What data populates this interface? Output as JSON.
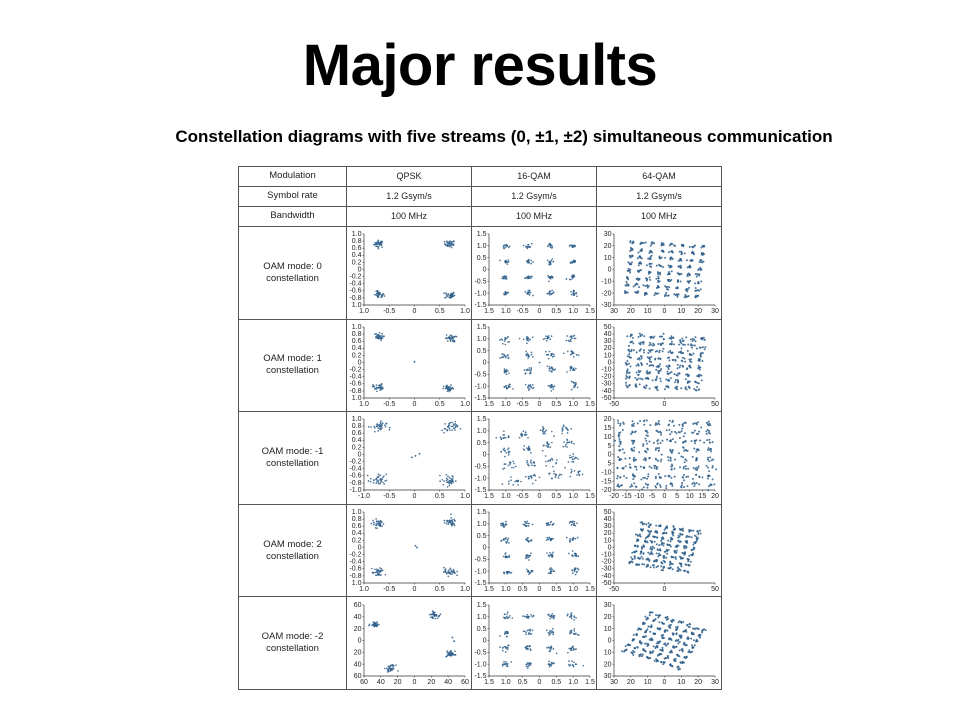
{
  "title": "Major results",
  "subtitle": "Constellation diagrams with five streams (0, ±1, ±2) simultaneous communication",
  "table": {
    "header_rows": [
      {
        "label": "Modulation",
        "values": [
          "QPSK",
          "16-QAM",
          "64-QAM"
        ]
      },
      {
        "label": "Symbol rate",
        "values": [
          "1.2 Gsym/s",
          "1.2 Gsym/s",
          "1.2 Gsym/s"
        ]
      },
      {
        "label": "Bandwidth",
        "values": [
          "100 MHz",
          "100 MHz",
          "100 MHz"
        ]
      }
    ],
    "plot_rows": [
      {
        "line1": "OAM mode: 0",
        "line2": "constellation"
      },
      {
        "line1": "OAM mode: 1",
        "line2": "constellation"
      },
      {
        "line1": "OAM mode: -1",
        "line2": "constellation"
      },
      {
        "line1": "OAM mode: 2",
        "line2": "constellation"
      },
      {
        "line1": "OAM mode: -2",
        "line2": "constellation"
      }
    ]
  },
  "colors": {
    "points": "#2f5f8a",
    "border": "#555555"
  },
  "chart_data": [
    {
      "type": "scatter",
      "modulation": "QPSK",
      "oam_mode": "0",
      "grid": false,
      "xlim": [
        -1.0,
        1.0
      ],
      "ylim": [
        -1.0,
        1.0
      ],
      "yticks": [
        1.0,
        0.8,
        0.6,
        0.4,
        0.2,
        0,
        -0.2,
        -0.4,
        -0.6,
        -0.8,
        -1.0
      ],
      "xticks": [
        -1.0,
        -0.5,
        0,
        0.5,
        1.0
      ],
      "ytick_labels": [
        "1.0",
        "0.8",
        "0.6",
        "0.4",
        "0.2",
        "0",
        "-0.2",
        "-0.4",
        "-0.6",
        "-0.8",
        "1.0"
      ],
      "xtick_labels": [
        "1.0",
        "-0.5",
        "0",
        "0.5",
        "1.0"
      ],
      "clusters": [
        [
          -0.7,
          0.72
        ],
        [
          0.7,
          0.72
        ],
        [
          -0.7,
          -0.72
        ],
        [
          0.7,
          -0.72
        ]
      ],
      "spread": 0.05,
      "rotation": 0,
      "stray": []
    },
    {
      "type": "scatter",
      "modulation": "16-QAM",
      "oam_mode": "0",
      "grid": false,
      "xlim": [
        -1.5,
        1.5
      ],
      "ylim": [
        -1.5,
        1.5
      ],
      "yticks": [
        1.5,
        1.0,
        0.5,
        0,
        -0.5,
        -1.0,
        -1.5
      ],
      "xticks": [
        -1.5,
        -1.0,
        -0.5,
        0,
        0.5,
        1.0,
        1.5
      ],
      "ytick_labels": [
        "1.5",
        "1.0",
        "0.5",
        "0",
        "-0.5",
        "-1.0",
        "-1.5"
      ],
      "xtick_labels": [
        "1.5",
        "1.0",
        "-0.5",
        "0",
        "0.5",
        "1.0",
        "1.5"
      ],
      "levels": [
        -1.0,
        -0.33,
        0.33,
        1.0
      ],
      "spread": 0.05,
      "rotation": 0,
      "stray": [
        [
          0.8,
          -0.4
        ]
      ]
    },
    {
      "type": "scatter",
      "modulation": "64-QAM",
      "oam_mode": "0",
      "grid": false,
      "xlim": [
        -30,
        30
      ],
      "ylim": [
        -30,
        30
      ],
      "yticks": [
        30,
        20,
        10,
        0,
        -10,
        -20,
        -30
      ],
      "xticks": [
        -30,
        -20,
        -10,
        0,
        10,
        20,
        30
      ],
      "ytick_labels": [
        "30",
        "20",
        "10",
        "0",
        "-10",
        "-20",
        "-30"
      ],
      "xtick_labels": [
        "30",
        "20",
        "10",
        "0",
        "10",
        "20",
        "30"
      ],
      "levels": [
        -21,
        -15,
        -9,
        -3,
        3,
        9,
        15,
        21
      ],
      "spread": 0.8,
      "rotation": -5,
      "stray": []
    },
    {
      "type": "scatter",
      "modulation": "QPSK",
      "oam_mode": "1",
      "grid": false,
      "xlim": [
        -1.0,
        1.0
      ],
      "ylim": [
        -1.0,
        1.0
      ],
      "yticks": [
        1.0,
        0.8,
        0.6,
        0.4,
        0.2,
        0,
        -0.2,
        -0.4,
        -0.6,
        -0.8,
        -1.0
      ],
      "xticks": [
        -1.0,
        -0.5,
        0,
        0.5,
        1.0
      ],
      "ytick_labels": [
        "1.0",
        "0.8",
        "0.6",
        "0.4",
        "0.2",
        "0",
        "-0.2",
        "-0.4",
        "-0.6",
        "-0.8",
        "1.0"
      ],
      "xtick_labels": [
        "1.0",
        "-0.5",
        "0",
        "0.5",
        "1.0"
      ],
      "clusters": [
        [
          -0.72,
          0.72
        ],
        [
          0.72,
          0.68
        ],
        [
          -0.72,
          -0.7
        ],
        [
          0.68,
          -0.74
        ]
      ],
      "spread": 0.05,
      "rotation": 0,
      "stray": [
        [
          0.0,
          0.02
        ]
      ]
    },
    {
      "type": "scatter",
      "modulation": "16-QAM",
      "oam_mode": "1",
      "grid": false,
      "xlim": [
        -1.5,
        1.5
      ],
      "ylim": [
        -1.5,
        1.5
      ],
      "yticks": [
        1.5,
        1.0,
        0.5,
        0,
        -0.5,
        -1.0,
        -1.5
      ],
      "xticks": [
        -1.5,
        -1.0,
        -0.5,
        0,
        0.5,
        1.0,
        1.5
      ],
      "ytick_labels": [
        "1.5",
        "1.0",
        "0.5",
        "0",
        "-0.5",
        "-1.0",
        "-1.5"
      ],
      "xtick_labels": [
        "1.5",
        "1.0",
        "-0.5",
        "0",
        "0.5",
        "1.0",
        "1.5"
      ],
      "levels": [
        -1.0,
        -0.33,
        0.33,
        1.0
      ],
      "spread": 0.07,
      "rotation": 3,
      "stray": [
        [
          0.0,
          0.0
        ]
      ]
    },
    {
      "type": "scatter",
      "modulation": "64-QAM",
      "oam_mode": "1",
      "grid": false,
      "xlim": [
        -50,
        50
      ],
      "ylim": [
        -50,
        50
      ],
      "yticks": [
        50,
        40,
        30,
        20,
        10,
        0,
        -10,
        -20,
        -30,
        -40,
        -50
      ],
      "xticks": [
        -50,
        0,
        50
      ],
      "ytick_labels": [
        "50",
        "40",
        "30",
        "20",
        "10",
        "0",
        "-10",
        "-20",
        "-30",
        "-40",
        "-50"
      ],
      "xtick_labels": [
        "-50",
        "0",
        "50"
      ],
      "levels": [
        -35,
        -25,
        -15,
        -5,
        5,
        15,
        25,
        35
      ],
      "spread": 1.8,
      "rotation": -4,
      "stray": []
    },
    {
      "type": "scatter",
      "modulation": "QPSK",
      "oam_mode": "-1",
      "grid": false,
      "xlim": [
        -1.0,
        1.0
      ],
      "ylim": [
        -1.0,
        1.0
      ],
      "yticks": [
        1.0,
        0.8,
        0.6,
        0.4,
        0.2,
        0,
        -0.2,
        -0.4,
        -0.6,
        -0.8,
        -1.0
      ],
      "xticks": [
        -1.0,
        -0.5,
        0,
        0.5,
        1.0
      ],
      "ytick_labels": [
        "1.0",
        "0.8",
        "0.6",
        "0.4",
        "0.2",
        "0",
        "-0.2",
        "-0.4",
        "-0.6",
        "-0.8",
        "-1.0"
      ],
      "xtick_labels": [
        "-1.0",
        "-0.5",
        "0",
        "0.5",
        "1.0"
      ],
      "clusters": [
        [
          -0.72,
          0.78
        ],
        [
          0.7,
          0.76
        ],
        [
          -0.72,
          -0.72
        ],
        [
          0.7,
          -0.74
        ]
      ],
      "spread": 0.08,
      "rotation": 0,
      "stray": [
        [
          -0.05,
          -0.08
        ],
        [
          0.02,
          -0.04
        ],
        [
          0.1,
          0.02
        ]
      ]
    },
    {
      "type": "scatter",
      "modulation": "16-QAM",
      "oam_mode": "-1",
      "grid": false,
      "xlim": [
        -1.5,
        1.5
      ],
      "ylim": [
        -1.5,
        1.5
      ],
      "yticks": [
        1.5,
        1.0,
        0.5,
        0,
        -0.5,
        -1.0,
        -1.5
      ],
      "xticks": [
        -1.5,
        -1.0,
        -0.5,
        0,
        0.5,
        1.0,
        1.5
      ],
      "ytick_labels": [
        "1.5",
        "1.0",
        "0.5",
        "0",
        "-0.5",
        "-1.0",
        "-1.5"
      ],
      "xtick_labels": [
        "1.5",
        "1.0",
        "-0.5",
        "0",
        "0.5",
        "1.0",
        "1.5"
      ],
      "levels": [
        -0.95,
        -0.32,
        0.32,
        0.95
      ],
      "spread": 0.1,
      "rotation": 10,
      "stray": []
    },
    {
      "type": "scatter",
      "modulation": "64-QAM",
      "oam_mode": "-1",
      "grid": false,
      "xlim": [
        -20,
        20
      ],
      "ylim": [
        -20,
        20
      ],
      "yticks": [
        20,
        15,
        10,
        5,
        0,
        -5,
        -10,
        -15,
        -20
      ],
      "xticks": [
        -20,
        -15,
        -10,
        -5,
        0,
        5,
        10,
        15,
        20
      ],
      "ytick_labels": [
        "20",
        "15",
        "10",
        "5",
        "0",
        "5",
        "-10",
        "-15",
        "-20"
      ],
      "xtick_labels": [
        "-20",
        "-15",
        "-10",
        "-5",
        "0",
        "5",
        "10",
        "15",
        "20"
      ],
      "levels": [
        -17.5,
        -12.5,
        -7.5,
        -2.5,
        2.5,
        7.5,
        12.5,
        17.5
      ],
      "spread": 0.9,
      "rotation": 0,
      "stray": []
    },
    {
      "type": "scatter",
      "modulation": "QPSK",
      "oam_mode": "2",
      "grid": false,
      "xlim": [
        -1.0,
        1.0
      ],
      "ylim": [
        -1.0,
        1.0
      ],
      "yticks": [
        1.0,
        0.8,
        0.6,
        0.4,
        0.2,
        0,
        -0.2,
        -0.4,
        -0.6,
        -0.8,
        -1.0
      ],
      "xticks": [
        -1.0,
        -0.5,
        0,
        0.5,
        1.0
      ],
      "ytick_labels": [
        "1.0",
        "0.8",
        "0.6",
        "0.4",
        "0.2",
        "0",
        "-0.2",
        "-0.4",
        "-0.6",
        "-0.8",
        "1.0"
      ],
      "xtick_labels": [
        "1.0",
        "-0.5",
        "0",
        "0.5",
        "1.0"
      ],
      "clusters": [
        [
          -0.72,
          0.68
        ],
        [
          0.7,
          0.72
        ],
        [
          -0.72,
          -0.72
        ],
        [
          0.7,
          -0.68
        ]
      ],
      "spread": 0.06,
      "rotation": 0,
      "stray": [
        [
          0.02,
          0.05
        ],
        [
          0.05,
          0.0
        ]
      ]
    },
    {
      "type": "scatter",
      "modulation": "16-QAM",
      "oam_mode": "2",
      "grid": false,
      "xlim": [
        -1.5,
        1.5
      ],
      "ylim": [
        -1.5,
        1.5
      ],
      "yticks": [
        1.5,
        1.0,
        0.5,
        0,
        -0.5,
        -1.0,
        -1.5
      ],
      "xticks": [
        -1.5,
        -1.0,
        -0.5,
        0,
        0.5,
        1.0,
        1.5
      ],
      "ytick_labels": [
        "1.5",
        "1.0",
        "0.5",
        "0",
        "-0.5",
        "-1.0",
        "-1.5"
      ],
      "xtick_labels": [
        "1.5",
        "1.0",
        "0.5",
        "0",
        "0.5",
        "1.0",
        "1.5"
      ],
      "levels": [
        -1.0,
        -0.33,
        0.33,
        1.0
      ],
      "spread": 0.06,
      "rotation": 2,
      "stray": []
    },
    {
      "type": "scatter",
      "modulation": "64-QAM",
      "oam_mode": "2",
      "grid": false,
      "xlim": [
        -50,
        50
      ],
      "ylim": [
        -50,
        50
      ],
      "yticks": [
        50,
        40,
        30,
        20,
        10,
        0,
        -10,
        -20,
        -30,
        -40,
        -50
      ],
      "xticks": [
        -50,
        0,
        50
      ],
      "ytick_labels": [
        "50",
        "40",
        "30",
        "20",
        "10",
        "0",
        "-10",
        "-20",
        "-30",
        "-40",
        "-50"
      ],
      "xtick_labels": [
        "-50",
        "0",
        "50"
      ],
      "levels": [
        -28,
        -20,
        -12,
        -4,
        4,
        12,
        20,
        28
      ],
      "spread": 1.4,
      "rotation": -12,
      "stray": []
    },
    {
      "type": "scatter",
      "modulation": "QPSK",
      "oam_mode": "-2",
      "grid": false,
      "xlim": [
        -60,
        60
      ],
      "ylim": [
        -60,
        60
      ],
      "yticks": [
        60,
        40,
        20,
        0,
        -20,
        -40,
        -60
      ],
      "xticks": [
        -60,
        -40,
        -20,
        0,
        20,
        40,
        60
      ],
      "ytick_labels": [
        "60",
        "40",
        "20",
        "0",
        "20",
        "40",
        "60"
      ],
      "xtick_labels": [
        "60",
        "40",
        "20",
        "0",
        "20",
        "40",
        "60"
      ],
      "clusters": [
        [
          -47,
          28
        ],
        [
          23,
          43
        ],
        [
          -28,
          -47
        ],
        [
          43,
          -23
        ]
      ],
      "spread": 2.6,
      "rotation": 0,
      "stray": [
        [
          45,
          5
        ],
        [
          47,
          -1
        ]
      ]
    },
    {
      "type": "scatter",
      "modulation": "16-QAM",
      "oam_mode": "-2",
      "grid": false,
      "xlim": [
        -1.5,
        1.5
      ],
      "ylim": [
        -1.5,
        1.5
      ],
      "yticks": [
        1.5,
        1.0,
        0.5,
        0,
        -0.5,
        -1.0,
        -1.5
      ],
      "xticks": [
        -1.5,
        -1.0,
        -0.5,
        0,
        0.5,
        1.0,
        1.5
      ],
      "ytick_labels": [
        "1.5",
        "1.0",
        "0.5",
        "0",
        "-0.5",
        "-1.0",
        "-1.5"
      ],
      "xtick_labels": [
        "1.5",
        "1.0",
        "0.5",
        "0",
        "0.5",
        "1.0",
        "1.5"
      ],
      "levels": [
        -1.0,
        -0.33,
        0.33,
        1.0
      ],
      "spread": 0.07,
      "rotation": 0,
      "stray": []
    },
    {
      "type": "scatter",
      "modulation": "64-QAM",
      "oam_mode": "-2",
      "grid": false,
      "xlim": [
        -30,
        30
      ],
      "ylim": [
        -30,
        30
      ],
      "yticks": [
        30,
        20,
        10,
        0,
        -10,
        -20,
        -30
      ],
      "xticks": [
        -30,
        -20,
        -10,
        0,
        10,
        20,
        30
      ],
      "ytick_labels": [
        "30",
        "20",
        "10",
        "0",
        "10",
        "20",
        "30"
      ],
      "xtick_labels": [
        "30",
        "20",
        "10",
        "0",
        "10",
        "20",
        "30"
      ],
      "levels": [
        -17.5,
        -12.5,
        -7.5,
        -2.5,
        2.5,
        7.5,
        12.5,
        17.5
      ],
      "spread": 0.7,
      "rotation": -25,
      "stray": []
    }
  ]
}
